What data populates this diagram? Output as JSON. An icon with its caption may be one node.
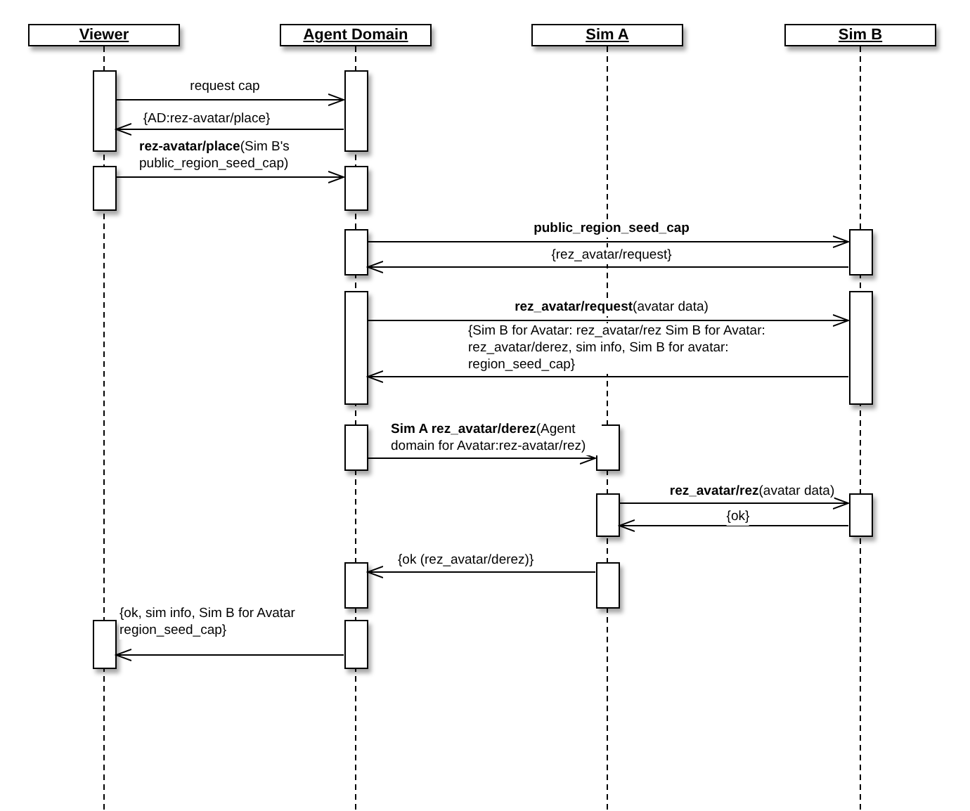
{
  "diagram": {
    "nodes": [
      {
        "text": [
          "Viewer"
        ]
      },
      {
        "text": [
          "Agent Domain"
        ]
      },
      {
        "text": [
          "Sim A"
        ]
      },
      {
        "text": [
          "Sim B"
        ]
      },
      {
        "text": [],
        "shape": "bar"
      },
      {
        "text": [],
        "shape": "bar"
      },
      {
        "text": [],
        "shape": "bar"
      },
      {
        "text": [],
        "shape": "bar"
      },
      {
        "text": [],
        "shape": "bar"
      },
      {
        "text": [],
        "shape": "bar"
      },
      {
        "text": [],
        "shape": "bar"
      },
      {
        "text": [],
        "shape": "bar"
      },
      {
        "text": [],
        "shape": "bar"
      },
      {
        "text": [],
        "shape": "bar"
      },
      {
        "text": [],
        "shape": "bar"
      },
      {
        "text": [],
        "shape": "bar"
      },
      {
        "text": [],
        "shape": "bar"
      },
      {
        "text": [],
        "shape": "bar"
      },
      {
        "text": [],
        "shape": "bar"
      },
      {
        "text": [],
        "shape": "bar"
      }
    ],
    "edges": [
      {
        "from": 4,
        "to": 5,
        "arrow": "to",
        "label": "request cap"
      },
      {
        "from": 5,
        "to": 4,
        "arrow": "to",
        "label": "{AD:rez-avatar/place}"
      },
      {
        "from": 6,
        "to": 7,
        "arrow": "to",
        "label": "**rez-avatar/place**(Sim B's public_region_seed_cap)"
      },
      {
        "from": 8,
        "to": 9,
        "arrow": "to",
        "label": "**public_region_seed_cap**"
      },
      {
        "from": 9,
        "to": 8,
        "arrow": "to",
        "label": "{rez_avatar/request}"
      },
      {
        "from": 10,
        "to": 11,
        "arrow": "to",
        "label": "**rez_avatar/request**(avatar data)"
      },
      {
        "from": 11,
        "to": 10,
        "arrow": "to",
        "label": "{Sim B for Avatar: rez_avatar/rez Sim B for Avatar: rez_avatar/derez, sim info, Sim B for avatar: region_seed_cap}"
      },
      {
        "from": 12,
        "to": 13,
        "arrow": "to",
        "label": "**Sim A rez_avatar/derez**(Agent domain for Avatar:rez-avatar/rez)"
      },
      {
        "from": 14,
        "to": 15,
        "arrow": "to",
        "label": "**rez_avatar/rez**(avatar data)"
      },
      {
        "from": 15,
        "to": 14,
        "arrow": "to",
        "label": "{ok}"
      },
      {
        "from": 17,
        "to": 16,
        "arrow": "to",
        "label": "{ok (rez_avatar/derez)}"
      },
      {
        "from": 19,
        "to": 18,
        "arrow": "to",
        "label": "{ok, sim info, Sim B for Avatar region_seed_cap}"
      }
    ]
  }
}
